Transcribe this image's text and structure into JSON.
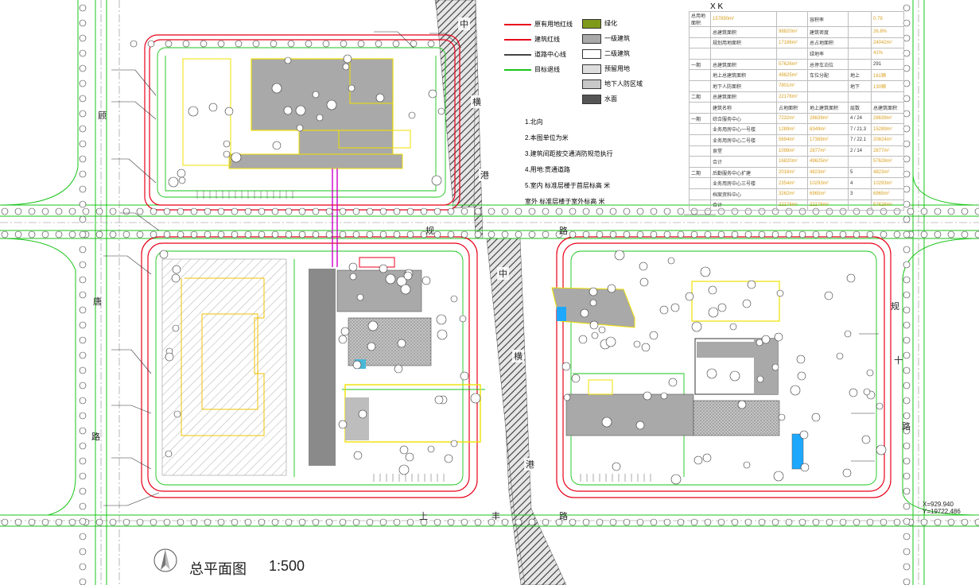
{
  "title": "总平面图",
  "scale": "1:500",
  "north_marker": "X  K",
  "coordinate": [
    "X=929.940",
    "Y=19722.486"
  ],
  "roads": {
    "west": [
      "顾",
      "唐",
      "路"
    ],
    "north_mid": [
      "规",
      "路"
    ],
    "east": [
      "规",
      "十",
      "路"
    ],
    "south": [
      "上",
      "丰",
      "路"
    ],
    "canal": [
      "中",
      "横",
      "港"
    ]
  },
  "legend": {
    "items": [
      {
        "label": "原有用地红线",
        "kind": "line",
        "color": "#e8001a"
      },
      {
        "label": "建筑红线",
        "kind": "line",
        "color": "#e8001a"
      },
      {
        "label": "道路中心线",
        "kind": "line",
        "color": "#444444"
      },
      {
        "label": "目标退线",
        "kind": "line",
        "color": "#19c419"
      },
      {
        "label": "绿化",
        "kind": "swatch",
        "color": "#7f9a1a"
      },
      {
        "label": "一级建筑",
        "kind": "swatch",
        "color": "#a9a9a9"
      },
      {
        "label": "二级建筑",
        "kind": "swatch",
        "color": "#ffffff"
      },
      {
        "label": "预留用地",
        "kind": "swatch",
        "color": "#dddddd"
      },
      {
        "label": "地下人防区域",
        "kind": "swatch",
        "color": "#c8c8c8"
      },
      {
        "label": "水面",
        "kind": "swatch",
        "color": "#555555"
      }
    ]
  },
  "notes": [
    "1.北向",
    "2.本图单位为米",
    "3.建筑间距按交通消防规范执行",
    "4.用地:贯通道路",
    "5.室内        标准层楼于首层标高        米",
    "室外        标准层楼于室外标高        米"
  ],
  "stats_table": {
    "rows": [
      [
        "总用地面积",
        "157890m²",
        "",
        "容积率",
        "",
        "0.79"
      ],
      [
        "",
        "总建筑面积",
        "98820m²",
        "建筑密度",
        "",
        "26.8%"
      ],
      [
        "",
        "规划用地面积",
        "17186m²",
        "总占地面积",
        "",
        "24042m²"
      ],
      [
        "",
        "",
        "",
        "绿地率",
        "",
        "41%"
      ],
      [
        "一期",
        "总建筑面积",
        "57626m²",
        "总停车泊位",
        "",
        "291"
      ],
      [
        "",
        "地上总建筑面积",
        "49825m²",
        "车位分配",
        "地上",
        "161辆"
      ],
      [
        "",
        "地下人防面积",
        "7801m²",
        "",
        "地下",
        "130辆"
      ],
      [
        "二期",
        "总建筑面积",
        "22176m²",
        "",
        "",
        ""
      ],
      [
        "",
        "建筑名称",
        "占地面积",
        "地上建筑面积",
        "层数",
        "总建筑面积"
      ],
      [
        "一期",
        "综合服务中心",
        "7232m²",
        "28639m²",
        "4 / 24",
        "28639m²"
      ],
      [
        "",
        "业务用房中心一号楼",
        "1289m²",
        "8349m²",
        "7 / 21.3",
        "15289m²"
      ],
      [
        "",
        "业务用房中心二号楼",
        "5694m²",
        "17389m²",
        "7 / 22.1",
        "20824m²"
      ],
      [
        "",
        "食堂",
        "1098m²",
        "2877m²",
        "2 / 14",
        "2877m²"
      ],
      [
        "",
        "合计",
        "16820m²",
        "49625m²",
        "",
        "57626m²"
      ],
      [
        "二期",
        "后勤服务中心扩建",
        "2016m²",
        "4823m²",
        "5",
        "4823m²"
      ],
      [
        "",
        "业务用房中心三号楼",
        "2354m²",
        "10293m²",
        "4",
        "10293m²"
      ],
      [
        "",
        "档案资料中心",
        "3262m²",
        "6965m²",
        "3",
        "6965m²"
      ],
      [
        "",
        "合计",
        "22176m²",
        "22176m²",
        "",
        "57626m²"
      ]
    ]
  }
}
